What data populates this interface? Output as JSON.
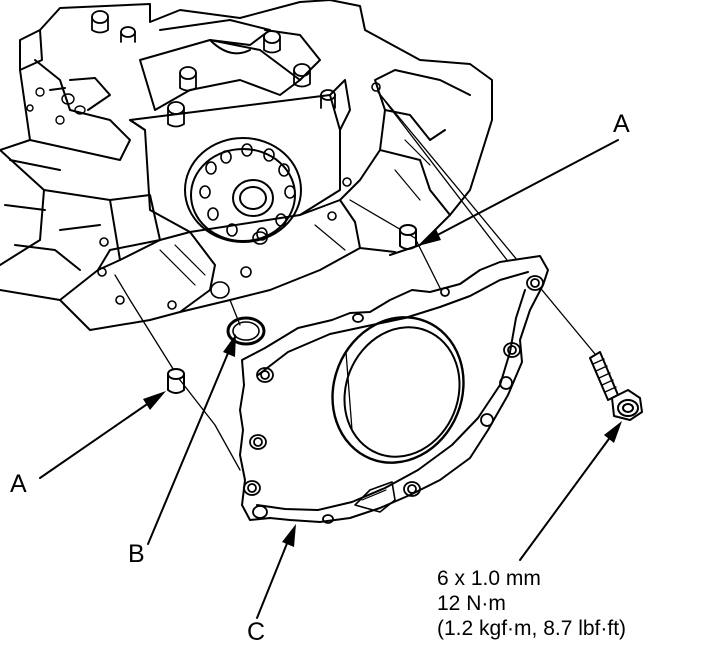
{
  "labels": {
    "dowel_pin_upper": "A",
    "dowel_pin_lower": "A",
    "o_ring": "B",
    "oil_seal_housing": "C"
  },
  "bolt_spec": {
    "size": "6 x 1.0 mm",
    "torque_nm": "12 N·m",
    "torque_alt": "(1.2 kgf·m, 8.7 lbf·ft)"
  }
}
